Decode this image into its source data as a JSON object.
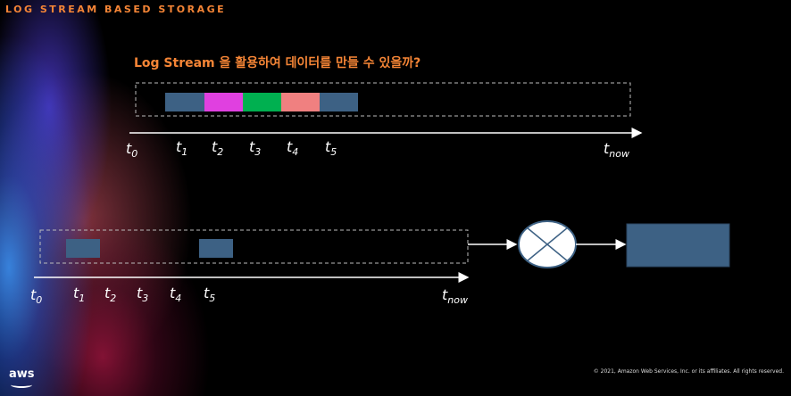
{
  "header": "LOG STREAM BASED STORAGE",
  "question": "Log Stream 을 활용하여 데이터를 만들 수 있을까?",
  "footer": "© 2021, Amazon Web Services, Inc. or its affiliates. All rights reserved.",
  "logo": "aws",
  "top_timeline": {
    "labels": [
      {
        "t": "t",
        "sub": "0"
      },
      {
        "t": "t",
        "sub": "1"
      },
      {
        "t": "t",
        "sub": "2"
      },
      {
        "t": "t",
        "sub": "3"
      },
      {
        "t": "t",
        "sub": "4"
      },
      {
        "t": "t",
        "sub": "5"
      },
      {
        "t": "t",
        "sub": "now"
      }
    ],
    "blocks": [
      "#3d6184",
      "#e040e0",
      "#00b050",
      "#f08080",
      "#3d6184"
    ]
  },
  "bottom_timeline": {
    "labels": [
      {
        "t": "t",
        "sub": "0"
      },
      {
        "t": "t",
        "sub": "1"
      },
      {
        "t": "t",
        "sub": "2"
      },
      {
        "t": "t",
        "sub": "3"
      },
      {
        "t": "t",
        "sub": "4"
      },
      {
        "t": "t",
        "sub": "5"
      },
      {
        "t": "t",
        "sub": "now"
      }
    ],
    "blocks": [
      "#3d6184",
      "#3d6184"
    ]
  },
  "colors": {
    "accent": "#f58536",
    "block_blue": "#3d6184",
    "output_box": "#3d6184",
    "circle_stroke": "#3d6184"
  }
}
